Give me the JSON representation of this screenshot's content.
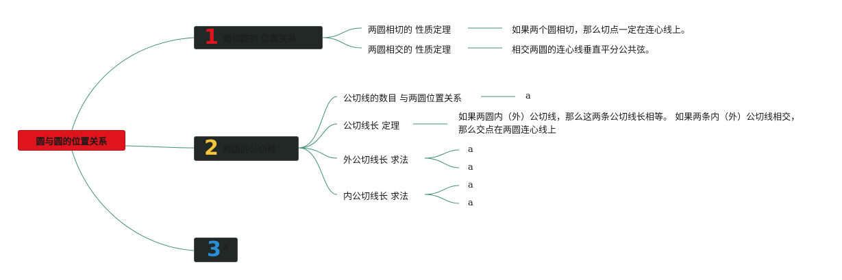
{
  "root": {
    "label": "圆与圆的位置关系"
  },
  "branches": [
    {
      "number": "1",
      "number_color": "#e0141c",
      "label": "圆和圆的 位置关系"
    },
    {
      "number": "2",
      "number_color": "#f2c43a",
      "label": "两圆的公切线"
    },
    {
      "number": "3",
      "number_color": "#2b8fd6",
      "label": "a"
    }
  ],
  "b1": {
    "items": [
      {
        "label": "两圆相切的 性质定理",
        "detail": "如果两个圆相切，那么切点一定在连心线上。"
      },
      {
        "label": "两圆相交的 性质定理",
        "detail": "相交两圆的连心线垂直平分公共弦。"
      }
    ]
  },
  "b2": {
    "item1": {
      "label": "公切线的数目 与两圆位置关系",
      "detail": "a"
    },
    "item2": {
      "label": "公切线长 定理",
      "detail": "如果两圆内（外）公切线，那么这两条公切线长相等。 如果两条内（外）公切线相交，那么交点在两圆连心线上"
    },
    "item3": {
      "label": "外公切线长 求法",
      "children": [
        "a",
        "a"
      ]
    },
    "item4": {
      "label": "内公切线长 求法",
      "children": [
        "a",
        "a"
      ]
    }
  },
  "colors": {
    "link": "#3f8f74",
    "root_bg": "#e0141c",
    "branch_bg": "#222826"
  }
}
